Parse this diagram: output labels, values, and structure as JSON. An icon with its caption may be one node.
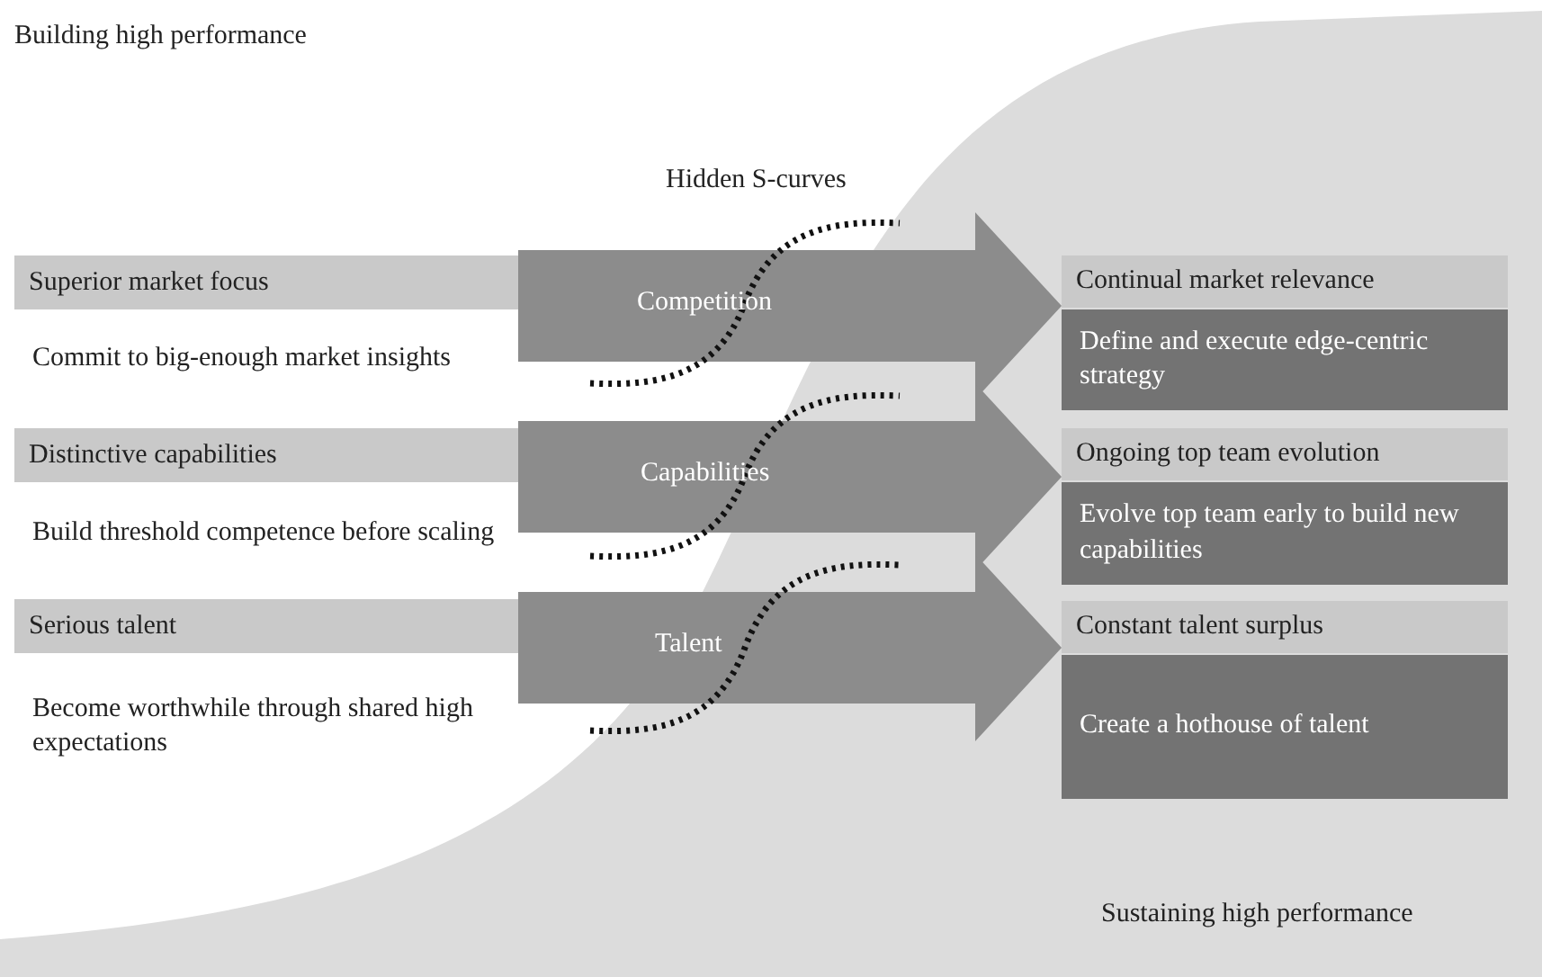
{
  "diagram": {
    "nodes": [
      {
        "text": [
          "Superior market focus"
        ],
        "beside": [
          "Commit to big-enough market insights"
        ]
      },
      {
        "text": [
          "Distinctive capabilities"
        ],
        "beside": [
          "Build threshold competence before scaling"
        ]
      },
      {
        "text": [
          "Serious talent"
        ],
        "beside": [
          "Become worthwhile through shared high expectations"
        ]
      },
      {
        "text": [
          "Continual market relevance"
        ]
      },
      {
        "text": [
          "Define and execute edge-centric strategy"
        ]
      },
      {
        "text": [
          "Ongoing top team evolution"
        ]
      },
      {
        "text": [
          "Evolve top team early to build new capabilities"
        ]
      },
      {
        "text": [
          "Constant talent surplus"
        ]
      },
      {
        "text": [
          "Create a hothouse of talent"
        ]
      }
    ],
    "edges": [
      {
        "from": 0,
        "to": 3,
        "arrow": "to",
        "label": "Competition",
        "style": "thick"
      },
      {
        "from": 1,
        "to": 5,
        "arrow": "to",
        "label": "Capabilities",
        "style": "thick"
      },
      {
        "from": 2,
        "to": 7,
        "arrow": "to",
        "label": "Talent",
        "style": "thick"
      }
    ],
    "labels": [
      "Building high performance",
      "Hidden S-curves",
      "Sustaining high performance"
    ]
  }
}
